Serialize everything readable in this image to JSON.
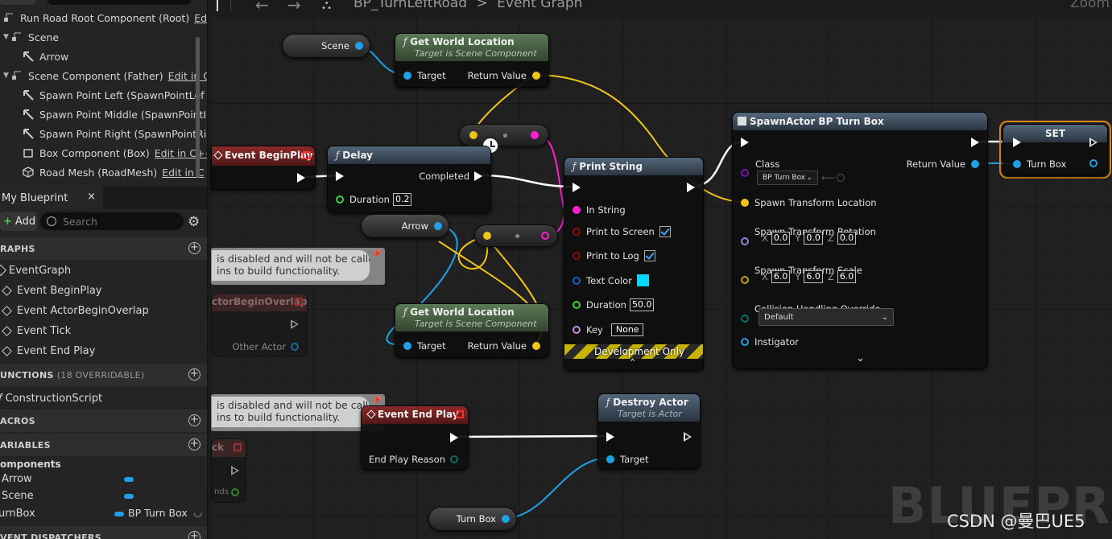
{
  "components": {
    "rows": [
      {
        "label": "Run Road Root Component (Root)",
        "edit": "Ed"
      },
      {
        "label": "Scene",
        "edit": ""
      },
      {
        "label": "Arrow",
        "edit": ""
      },
      {
        "label": "Scene Component (Father)",
        "edit": "Edit in C"
      },
      {
        "label": "Spawn Point Left (SpawnPointLef",
        "edit": ""
      },
      {
        "label": "Spawn Point Middle (SpawnPointI",
        "edit": ""
      },
      {
        "label": "Spawn Point Right (SpawnPointRi",
        "edit": ""
      },
      {
        "label": "Box Component (Box)",
        "edit": "Edit in C++"
      },
      {
        "label": "Road Mesh (RoadMesh)",
        "edit": "Edit in C"
      }
    ]
  },
  "my_blueprint": {
    "tab": "My Blueprint",
    "close": "×",
    "add": "Add",
    "search_placeholder": "Search",
    "graphs_header": "RAPHS",
    "event_graph": "EventGraph",
    "events": [
      "Event BeginPlay",
      "Event ActorBeginOverlap",
      "Event Tick",
      "Event End Play"
    ],
    "functions_header": "UNCTIONS",
    "functions_count": "(18 OVERRIDABLE)",
    "construction": "ConstructionScript",
    "macros_header": "ACROS",
    "variables_header": "ARIABLES",
    "components_label": "omponents",
    "vars": [
      {
        "name": "Arrow",
        "type": ""
      },
      {
        "name": "Scene",
        "type": ""
      },
      {
        "name": "urnBox",
        "type": "BP Turn Box"
      }
    ],
    "dispatchers_header": "VENT DISPATCHERS"
  },
  "toolbar": {
    "breadcrumb_bp": "BP_TurnLeftRoad",
    "breadcrumb_sep": ">",
    "breadcrumb_graph": "Event Graph",
    "zoom": "Zoom"
  },
  "graph": {
    "scene_var": "Scene",
    "gwl1": {
      "title": "Get World Location",
      "sub": "Target is Scene Component",
      "target": "Target",
      "ret": "Return Value"
    },
    "begin_play": "Event BeginPlay",
    "delay": {
      "title": "Delay",
      "completed": "Completed",
      "duration": "Duration",
      "duration_val": "0.2"
    },
    "arrow_var": "Arrow",
    "comment1_l1": "is disabled and will not be called.",
    "comment1_l2": "ins to build functionality.",
    "overlap_title": "ctorBeginOverlap",
    "other_actor": "Other Actor",
    "gwl2": {
      "title": "Get World Location",
      "sub": "Target is Scene Component",
      "target": "Target",
      "ret": "Return Value"
    },
    "print": {
      "title": "Print String",
      "in_string": "In String",
      "to_screen": "Print to Screen",
      "to_log": "Print to Log",
      "text_color": "Text Color",
      "duration": "Duration",
      "duration_val": "50.0",
      "key": "Key",
      "key_val": "None",
      "dev": "Development Only"
    },
    "spawn": {
      "title": "SpawnActor BP Turn Box",
      "class": "Class",
      "class_val": "BP Turn Box",
      "ret": "Return Value",
      "loc": "Spawn Transform Location",
      "rot": "Spawn Transform Rotation",
      "rot_x": "0.0",
      "rot_y": "0.0",
      "rot_z": "0.0",
      "scale": "Spawn Transform Scale",
      "scale_x": "6.0",
      "scale_y": "6.0",
      "scale_z": "6.0",
      "collision": "Collision Handling Override",
      "collision_val": "Default",
      "instigator": "Instigator",
      "x": "X",
      "y": "Y",
      "z": "Z"
    },
    "set": {
      "title": "SET",
      "turn_box": "Turn Box"
    },
    "comment2_l1": "is disabled and will not be called.",
    "comment2_l2": "ins to build functionality.",
    "tick_title": "ck",
    "tick_pin": "nds",
    "end_play": {
      "title": "Event End Play",
      "reason": "End Play Reason"
    },
    "destroy": {
      "title": "Destroy Actor",
      "sub": "Target is Actor",
      "target": "Target"
    },
    "turnbox_var": "Turn Box",
    "watermark": "BLUEPRINT",
    "credit": "CSDN @曼巴UE5"
  },
  "colors": {
    "exec": "#ffffff",
    "vector": "#f0c419",
    "object": "#1ea1e6",
    "string": "#ff1ed0",
    "bool": "#8c0c0c",
    "float": "#3ad43a",
    "name": "#c88ee8",
    "text_color_swatch": "#00d8ff"
  }
}
